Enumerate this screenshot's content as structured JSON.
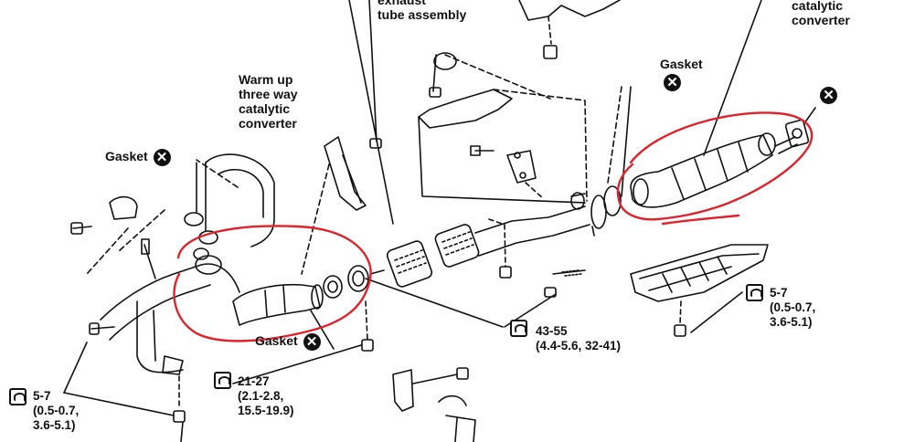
{
  "labels": {
    "exhaust_tube_line1": "exhaust",
    "exhaust_tube_line2": "tube assembly",
    "catalytic_line1": "catalytic",
    "catalytic_line2": "converter",
    "warm_up_line1": "Warm up",
    "warm_up_line2": "three way",
    "warm_up_line3": "catalytic",
    "warm_up_line4": "converter",
    "gasket_left": "Gasket",
    "gasket_top_right": "Gasket",
    "gasket_bottom": "Gasket"
  },
  "x_mark_glyph": "✕",
  "torque_specs": {
    "left": {
      "line1": "5-7",
      "line2": "(0.5-0.7,",
      "line3": "3.6-5.1)"
    },
    "middle": {
      "line1": "21-27",
      "line2": "(2.1-2.8,",
      "line3": "15.5-19.9)"
    },
    "center": {
      "line1": "43-55",
      "line2": "(4.4-5.6, 32-41)"
    },
    "right": {
      "line1": "5-7",
      "line2": "(0.5-0.7,",
      "line3": "3.6-5.1)"
    }
  },
  "colors": {
    "ink": "#111111",
    "highlight_circle": "#e0222a"
  },
  "icons": [
    "torque-wrench-icon",
    "gasket-x-icon"
  ]
}
